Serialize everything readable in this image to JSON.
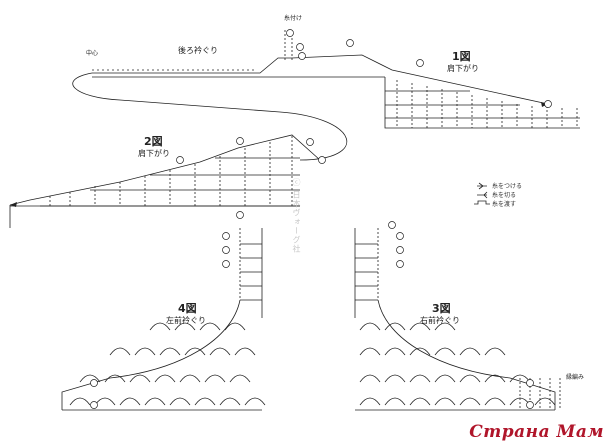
{
  "labels": {
    "back_neck": "後ろ衿ぐり",
    "center": "中心",
    "join": "糸付け",
    "fig1": "1図",
    "fig1_sub": "肩下がり",
    "fig2": "2図",
    "fig2_sub": "肩下がり",
    "fig3": "3図",
    "fig3_sub": "右前衿ぐり",
    "fig4": "4図",
    "fig4_sub": "左前衿ぐり",
    "edge_note": "縁編み"
  },
  "legend": {
    "row1": "糸をつける",
    "row2": "糸を切る",
    "row3": "糸を渡す"
  },
  "watermark": "ⓒ 日本ヴォーグ社",
  "brand": "Страна Мам",
  "colors": {
    "ink": "#222222",
    "brand": "#b0152a",
    "watermark": "#c8c8c8"
  }
}
